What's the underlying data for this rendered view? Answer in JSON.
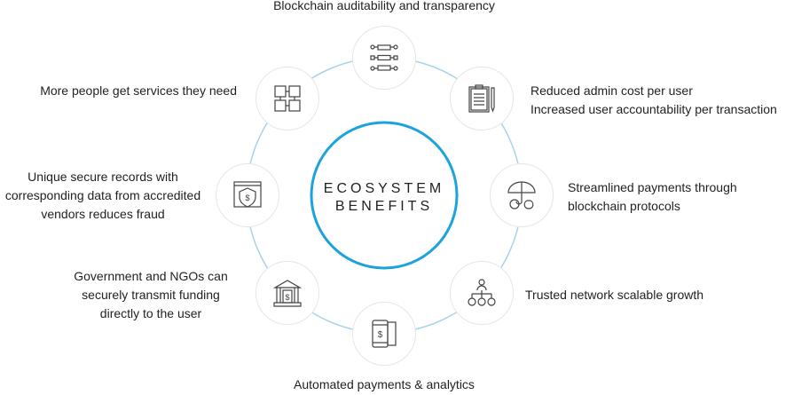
{
  "center": {
    "line1": "ECOSYSTEM",
    "line2": "BENEFITS"
  },
  "colors": {
    "accent": "#1ca3dc",
    "orbit": "#a6d4ec",
    "node_border": "#e6e6e6",
    "icon": "#444444"
  },
  "benefits": [
    {
      "icon": "blockchain-network-icon",
      "lines": [
        "Blockchain auditability and transparency"
      ]
    },
    {
      "icon": "clipboard-pen-icon",
      "lines": [
        "Reduced admin cost per user",
        "Increased user accountability per transaction"
      ]
    },
    {
      "icon": "umbrella-money-icon",
      "lines": [
        "Streamlined payments through",
        "blockchain protocols"
      ]
    },
    {
      "icon": "network-hierarchy-icon",
      "lines": [
        "Trusted network scalable growth"
      ]
    },
    {
      "icon": "mobile-payment-icon",
      "lines": [
        "Automated payments & analytics"
      ]
    },
    {
      "icon": "bank-icon",
      "lines": [
        "Government and NGOs can",
        "securely transmit funding",
        "directly to the user"
      ]
    },
    {
      "icon": "secure-shield-icon",
      "lines": [
        "Unique secure records with",
        "corresponding data from accredited",
        "vendors reduces fraud"
      ]
    },
    {
      "icon": "hands-puzzle-icon",
      "lines": [
        "More people get services they need"
      ]
    }
  ]
}
